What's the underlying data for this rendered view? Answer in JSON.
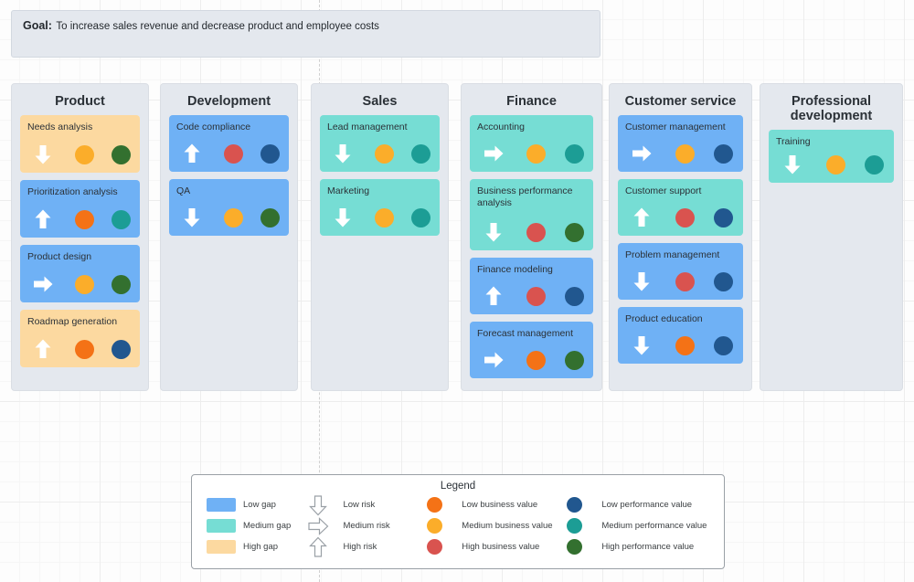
{
  "goal": {
    "label": "Goal:",
    "text": "To increase sales revenue and decrease product and employee costs"
  },
  "palette": {
    "gap_low": "#6fb1f5",
    "gap_medium": "#76ddd4",
    "gap_high": "#fcd9a0",
    "biz_low": "#f47216",
    "biz_medium": "#fbad2a",
    "biz_high": "#d9534f",
    "perf_low": "#21578f",
    "perf_medium": "#1c9d95",
    "perf_high": "#33702f",
    "column_bg": "#e4e8ee",
    "canvas_bg": "#fdfdfd"
  },
  "columns": [
    {
      "title": "Product",
      "cards": [
        {
          "title": "Needs analysis",
          "gap": "high",
          "risk": "low",
          "biz": "medium",
          "perf": "high"
        },
        {
          "title": "Prioritization analysis",
          "gap": "low",
          "risk": "high",
          "biz": "low",
          "perf": "medium"
        },
        {
          "title": "Product design",
          "gap": "low",
          "risk": "medium",
          "biz": "medium",
          "perf": "high"
        },
        {
          "title": "Roadmap generation",
          "gap": "high",
          "risk": "high",
          "biz": "low",
          "perf": "low"
        }
      ]
    },
    {
      "title": "Development",
      "cards": [
        {
          "title": "Code compliance",
          "gap": "low",
          "risk": "high",
          "biz": "high",
          "perf": "low"
        },
        {
          "title": "QA",
          "gap": "low",
          "risk": "low",
          "biz": "medium",
          "perf": "high"
        }
      ]
    },
    {
      "title": "Sales",
      "cards": [
        {
          "title": "Lead management",
          "gap": "medium",
          "risk": "low",
          "biz": "medium",
          "perf": "medium"
        },
        {
          "title": "Marketing",
          "gap": "medium",
          "risk": "low",
          "biz": "medium",
          "perf": "medium"
        }
      ]
    },
    {
      "title": "Finance",
      "cards": [
        {
          "title": "Accounting",
          "gap": "medium",
          "risk": "medium",
          "biz": "medium",
          "perf": "medium"
        },
        {
          "title": "Business performance analysis",
          "gap": "medium",
          "risk": "low",
          "biz": "high",
          "perf": "high"
        },
        {
          "title": "Finance modeling",
          "gap": "low",
          "risk": "high",
          "biz": "high",
          "perf": "low"
        },
        {
          "title": "Forecast management",
          "gap": "low",
          "risk": "medium",
          "biz": "low",
          "perf": "high"
        }
      ]
    },
    {
      "title": "Customer service",
      "cards": [
        {
          "title": "Customer management",
          "gap": "low",
          "risk": "medium",
          "biz": "medium",
          "perf": "low"
        },
        {
          "title": "Customer support",
          "gap": "medium",
          "risk": "high",
          "biz": "high",
          "perf": "low"
        },
        {
          "title": "Problem management",
          "gap": "low",
          "risk": "low",
          "biz": "high",
          "perf": "low"
        },
        {
          "title": "Product education",
          "gap": "low",
          "risk": "low",
          "biz": "low",
          "perf": "low"
        }
      ]
    },
    {
      "title": "Professional development",
      "cards": [
        {
          "title": "Training",
          "gap": "medium",
          "risk": "low",
          "biz": "medium",
          "perf": "medium"
        }
      ]
    }
  ],
  "legend": {
    "title": "Legend",
    "gap": [
      {
        "label": "Low gap",
        "color": "#6fb1f5"
      },
      {
        "label": "Medium gap",
        "color": "#76ddd4"
      },
      {
        "label": "High gap",
        "color": "#fcd9a0"
      }
    ],
    "risk": [
      {
        "label": "Low risk",
        "direction": "down"
      },
      {
        "label": "Medium risk",
        "direction": "right"
      },
      {
        "label": "High risk",
        "direction": "up"
      }
    ],
    "business": [
      {
        "label": "Low business value",
        "color": "#f47216"
      },
      {
        "label": "Medium business value",
        "color": "#fbad2a"
      },
      {
        "label": "High business value",
        "color": "#d9534f"
      }
    ],
    "performance": [
      {
        "label": "Low performance value",
        "color": "#21578f"
      },
      {
        "label": "Medium performance value",
        "color": "#1c9d95"
      },
      {
        "label": "High performance value",
        "color": "#33702f"
      }
    ]
  }
}
